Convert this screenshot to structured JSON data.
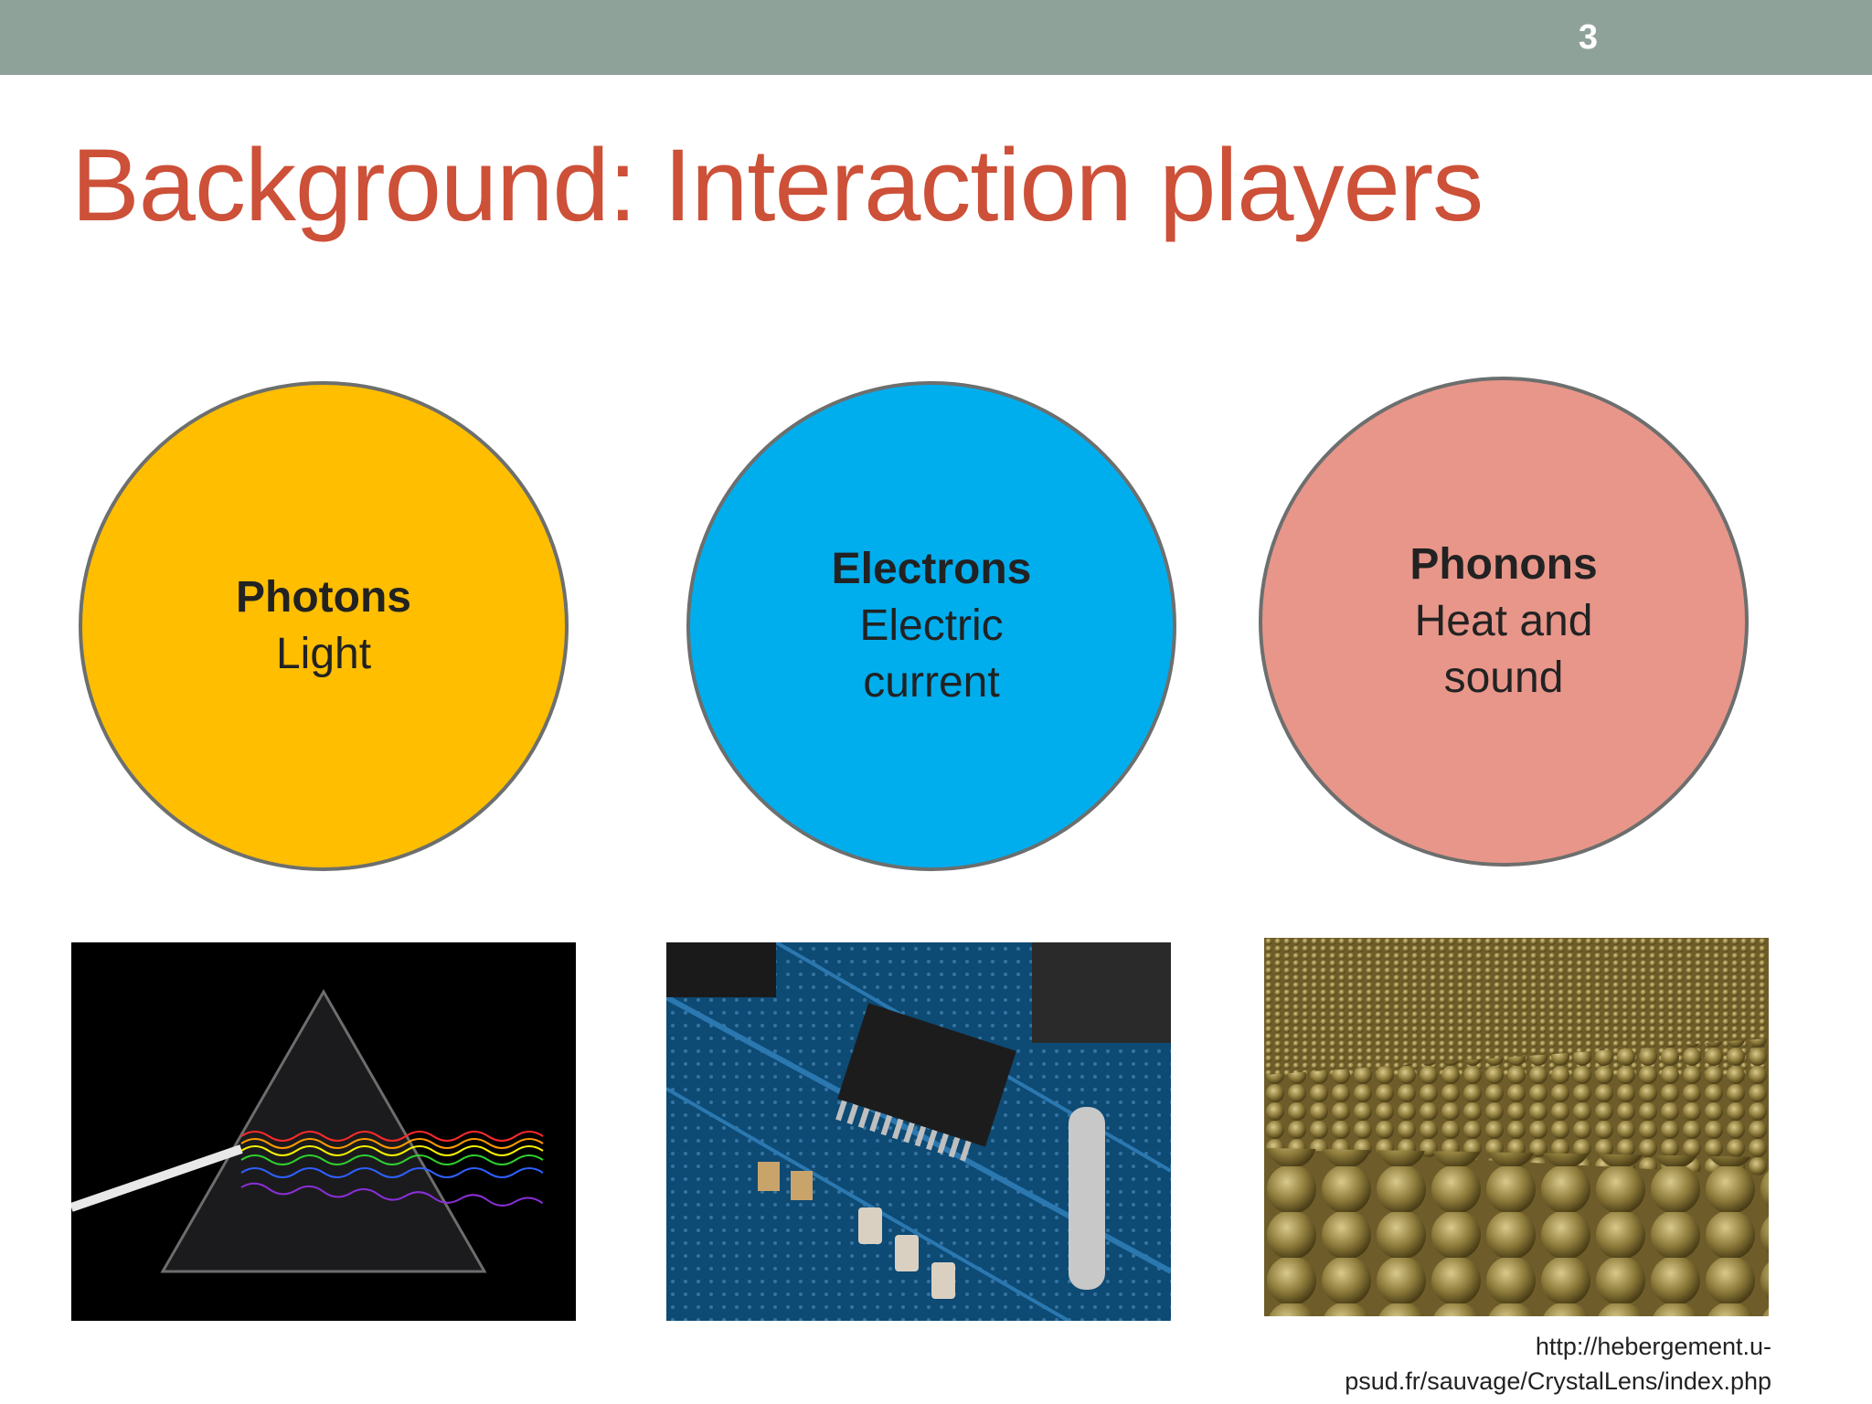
{
  "slide": {
    "page_number": "3",
    "title": "Background: Interaction players"
  },
  "players": [
    {
      "name": "Photons",
      "description": "Light",
      "color": "#ffbe00"
    },
    {
      "name": "Electrons",
      "description": "Electric current",
      "color": "#00aeee"
    },
    {
      "name": "Phonons",
      "description": "Heat and sound",
      "color": "#e8968a"
    }
  ],
  "images": [
    {
      "subject": "prism-dispersion"
    },
    {
      "subject": "circuit-board"
    },
    {
      "subject": "crystal-lattice-wave"
    }
  ],
  "credit": {
    "line1": "http://hebergement.u-",
    "line2": "psud.fr/sauvage/CrystalLens/index.php"
  },
  "colors": {
    "header_bar": "#8fa29a",
    "title": "#cd5038",
    "circle_border": "#6c6f6e"
  }
}
